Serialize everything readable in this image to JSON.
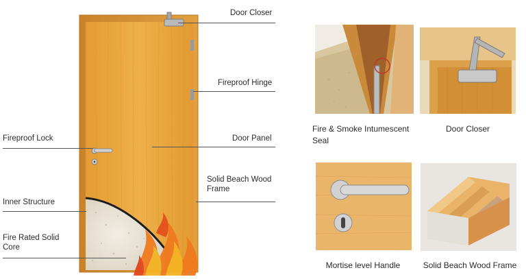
{
  "door_callouts": {
    "door_closer": "Door Closer",
    "fireproof_hinge": "Fireproof Hinge",
    "fireproof_lock": "Fireproof  Lock",
    "door_panel": "Door Panel",
    "solid_beach_wood_frame_line1": "Solid Beach Wood",
    "solid_beach_wood_frame_line2": "Frame",
    "inner_structure": "Inner Structure",
    "fire_rated_core_line1": "Fire Rated Solid",
    "fire_rated_core_line2": "Core"
  },
  "detail_photos": {
    "seal_caption_line1": "Fire & Smoke Intumescent",
    "seal_caption_line2": "Seal",
    "closer_caption": "Door Closer",
    "handle_caption": "Mortise level Handle",
    "frame_caption": "Solid Beach Wood Frame"
  },
  "colors": {
    "wood": "#e9a53a",
    "frame": "#d8912c",
    "core": "#e7e1d3",
    "flame": "#e8561b"
  }
}
